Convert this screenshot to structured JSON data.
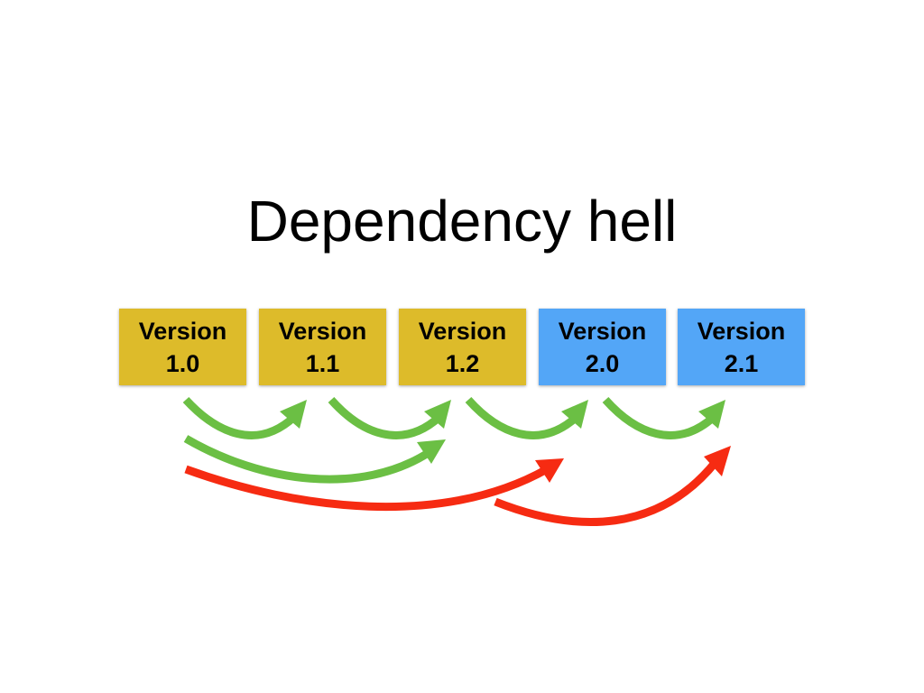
{
  "title": "Dependency hell",
  "colors": {
    "v1": "#DDBB2A",
    "v2": "#53A6F7",
    "compatible": "#6BBF44",
    "incompatible": "#F62B12"
  },
  "versions": [
    {
      "line1": "Version",
      "line2": "1.0",
      "family": "v1"
    },
    {
      "line1": "Version",
      "line2": "1.1",
      "family": "v1"
    },
    {
      "line1": "Version",
      "line2": "1.2",
      "family": "v1"
    },
    {
      "line1": "Version",
      "line2": "2.0",
      "family": "v2"
    },
    {
      "line1": "Version",
      "line2": "2.1",
      "family": "v2"
    }
  ],
  "upgrades": [
    {
      "from": "1.0",
      "to": "1.1",
      "status": "compatible"
    },
    {
      "from": "1.1",
      "to": "1.2",
      "status": "compatible"
    },
    {
      "from": "1.2",
      "to": "2.0",
      "status": "compatible"
    },
    {
      "from": "2.0",
      "to": "2.1",
      "status": "compatible"
    },
    {
      "from": "1.0",
      "to": "1.2",
      "status": "compatible"
    },
    {
      "from": "1.0",
      "to": "2.0",
      "status": "incompatible"
    },
    {
      "from": "1.2",
      "to": "2.1",
      "status": "incompatible"
    }
  ]
}
